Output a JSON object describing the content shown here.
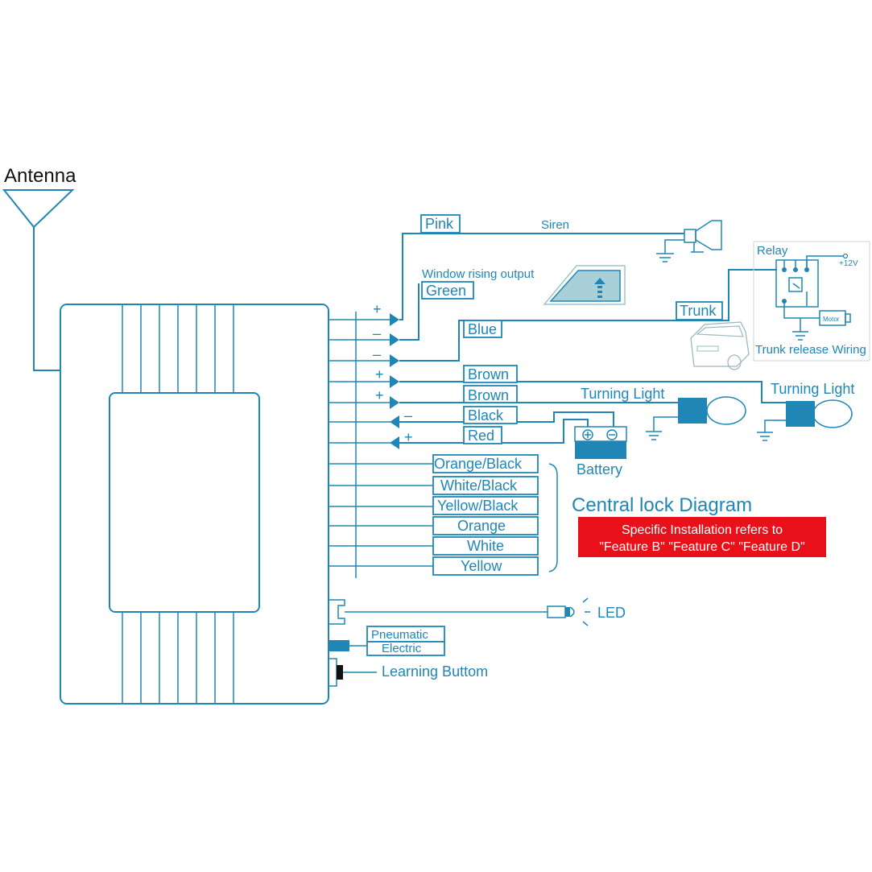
{
  "antenna_label": "Antenna",
  "signs": {
    "plus": "+",
    "minus": "–"
  },
  "wires": {
    "pink": "Pink",
    "green": "Green",
    "blue": "Blue",
    "brown1": "Brown",
    "brown2": "Brown",
    "black": "Black",
    "red": "Red",
    "trunk": "Trunk",
    "orange_black": "Orange/Black",
    "white_black": "White/Black",
    "yellow_black": "Yellow/Black",
    "orange": "Orange",
    "white": "White",
    "yellow": "Yellow"
  },
  "labels": {
    "siren": "Siren",
    "window_rising": "Window rising output",
    "relay": "Relay",
    "plus12v": "+12V",
    "motor": "Motor",
    "trunk_release": "Trunk release Wiring",
    "turning_light_1": "Turning Light",
    "turning_light_2": "Turning Light",
    "battery": "Battery",
    "central_lock": "Central lock Diagram",
    "led": "LED",
    "pneumatic": "Pneumatic",
    "electric": "Electric",
    "learning_button": "Learning Buttom"
  },
  "notice": {
    "line1": "Specific Installation refers to",
    "line2": "\"Feature B\" \"Feature C\" \"Feature D\"",
    "bg_color": "#e8111a"
  },
  "colors": {
    "line": "#1f86b6",
    "fill": "#1f86b6",
    "window_fill": "#a9cfd9"
  }
}
